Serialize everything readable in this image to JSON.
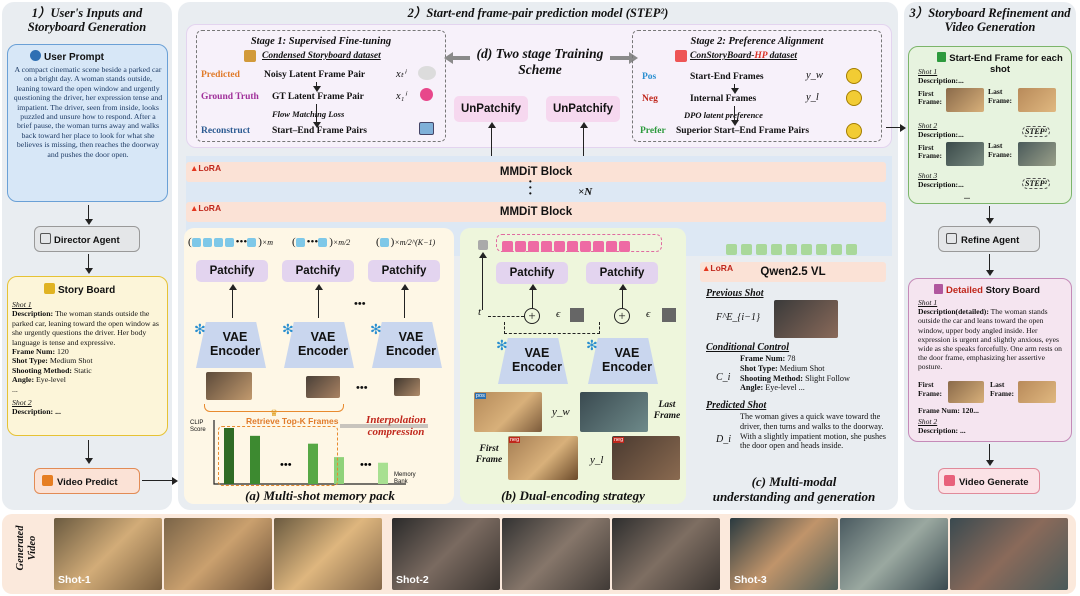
{
  "sections": {
    "s1_title": "1）User's Inputs and Storyboard Generation",
    "s2_title": "2）Start-end frame-pair prediction model (STEP²)",
    "s3_title": "3）Storyboard Refinement and Video Generation"
  },
  "user_prompt": {
    "title": "User Prompt",
    "text": "A compact cinematic scene beside a parked car on a bright day. A woman stands outside, leaning toward the open window and urgently questioning the driver, her expression tense and impatient. The driver, seen from inside, looks puzzled and unsure how to respond. After a brief pause, the woman turns away and walks back toward her place to look for what she believes is missing, then reaches the doorway and pushes the door open."
  },
  "director_agent": "Director Agent",
  "story_board": {
    "title": "Story Board",
    "shot1_label": "Shot 1",
    "desc_key": "Description:",
    "desc_val": "The woman stands outside the parked car, leaning toward the open window as she urgently questions the driver. Her body language is tense and expressive.",
    "frame_key": "Frame Num:",
    "frame_val": "120",
    "shot_type_key": "Shot Type:",
    "shot_type_val": "Medium Shot",
    "method_key": "Shooting Method:",
    "method_val": "Static",
    "angle_key": "Angle:",
    "angle_val": "Eye-level",
    "ellipsis": "...",
    "shot2_label": "Shot 2",
    "desc2": "Description: ..."
  },
  "video_predict": "Video Predict",
  "training": {
    "stage1_title": "Stage 1: Supervised Fine-tuning",
    "stage1_dataset": "Condensed Storyboard dataset",
    "predicted": "Predicted",
    "predicted_val": "Noisy Latent Frame Pair",
    "predicted_sym": "xₜⁱ",
    "gt": "Ground Truth",
    "gt_val": "GT Latent Frame Pair",
    "gt_sym": "x₁ⁱ",
    "loss": "Flow Matching Loss",
    "reconstruct": "Reconstruct",
    "reconstruct_val": "Start–End Frame Pairs",
    "center_title": "(d) Two stage Training Scheme",
    "unpatchify_1": "UnPatchify",
    "unpatchify_2": "UnPatchify",
    "stage2_title": "Stage 2: Preference Alignment",
    "stage2_dataset": "ConStoryBoard-HP dataset",
    "stage2_dataset_prefix": "ConStoryBoard-",
    "stage2_dataset_suffix": "HP",
    "stage2_dataset_tail": " dataset",
    "pos": "Pos",
    "pos_val": "Start-End Frames",
    "pos_sym": "y_w",
    "neg": "Neg",
    "neg_val": "Internal Frames",
    "neg_sym": "y_l",
    "dpo": "DPO latent preference",
    "prefer": "Prefer",
    "prefer_val": "Superior Start–End Frame Pairs"
  },
  "mmdit": {
    "block_1": "MMDiT Block",
    "block_2": "MMDiT Block",
    "lora_1": "LoRA",
    "lora_2": "LoRA",
    "repeat": "×N"
  },
  "memory": {
    "patchify": [
      "Patchify",
      "Patchify",
      "Patchify"
    ],
    "group_labels": [
      "×m",
      "×m/2",
      "×m/2^(K−1)"
    ],
    "vae_line1": "VAE",
    "vae_line2": "Encoder",
    "dots": "•••",
    "retrieve": "Retrieve Top-K Frames",
    "interp_1": "Interpolation",
    "interp_2": "compression",
    "clip_label": "CLIP Score",
    "mem_label": "Memory Bank",
    "caption": "(a) Multi-shot memory pack",
    "bar_values": [
      1.0,
      0.86,
      0.72,
      0.48,
      0.38
    ]
  },
  "dual": {
    "patchify": [
      "Patchify",
      "Patchify"
    ],
    "t": "t",
    "eps_1": "ϵ",
    "eps_2": "ϵ",
    "vae_line1": "VAE",
    "vae_line2": "Encoder",
    "yw": "y_w",
    "yl": "y_l",
    "last_frame": "Last Frame",
    "first_frame": "First Frame",
    "pos": "pos",
    "neg": "neg",
    "caption": "(b) Dual-encoding strategy"
  },
  "mm": {
    "lora": "LoRA",
    "qwen": "Qwen2.5 VL",
    "prev_shot": "Previous Shot",
    "fe_sym": "F^E_{i−1}",
    "cond": "Conditional Control",
    "ci": "C_i",
    "frame_key": "Frame Num:",
    "frame_val": "78",
    "type_key": "Shot Type:",
    "type_val": "Medium Shot",
    "method_key": "Shooting Method:",
    "method_val": "Slight Follow",
    "angle_key": "Angle:",
    "angle_val": "Eye-level ...",
    "pred_shot": "Predicted Shot",
    "di": "D_i",
    "pred_text": "The woman gives a quick wave toward the driver, then turns and walks to the doorway. With a slightly impatient motion, she pushes the door open and heads inside.",
    "caption_1": "(c) Multi-modal",
    "caption_2": "understanding and generation"
  },
  "refine": {
    "sef_title": "Start-End Frame for each shot",
    "shots": [
      {
        "label": "Shot 1",
        "desc": "Description:...",
        "first": "First Frame:",
        "last": "Last Frame:"
      },
      {
        "label": "Shot 2",
        "desc": "Description:...",
        "first": "First Frame:",
        "last": "Last Frame:"
      },
      {
        "label": "Shot 3",
        "desc": "Description:...",
        "first": "",
        "last": ""
      }
    ],
    "step": "STEP²",
    "step_2": "STEP²",
    "ellipsis": "...",
    "refine_agent": "Refine Agent",
    "detailed_title_red": "Detailed",
    "detailed_title_rest": " Story Board",
    "d_shot1": "Shot 1",
    "d_desc_key": "Description(detailed):",
    "d_desc_val": "The woman stands outside the car and leans toward the open window, upper body angled inside. Her expression is urgent and slightly anxious, eyes wide as she speaks forcefully. One arm rests on the door frame, emphasizing her assertive posture.",
    "d_first": "First Frame:",
    "d_last": "Last Frame:",
    "d_frame": "Frame Num: 120...",
    "d_shot2": "Shot 2",
    "d_desc2": "Description: ...",
    "video_generate": "Video Generate"
  },
  "generated": {
    "label_1": "Generated",
    "label_2": "Video",
    "shots": [
      "Shot-1",
      "Shot-2",
      "Shot-3"
    ]
  },
  "colors": {
    "panel_bg": "#e9edf1",
    "mmdit": "#fbe2d6",
    "unpatchify": "#f6d8ef",
    "patchify": "#e3d4ef",
    "mem_bg": "#fef7e6",
    "dual_bg": "#eef6dc",
    "mm_bg": "#e3eef9"
  }
}
